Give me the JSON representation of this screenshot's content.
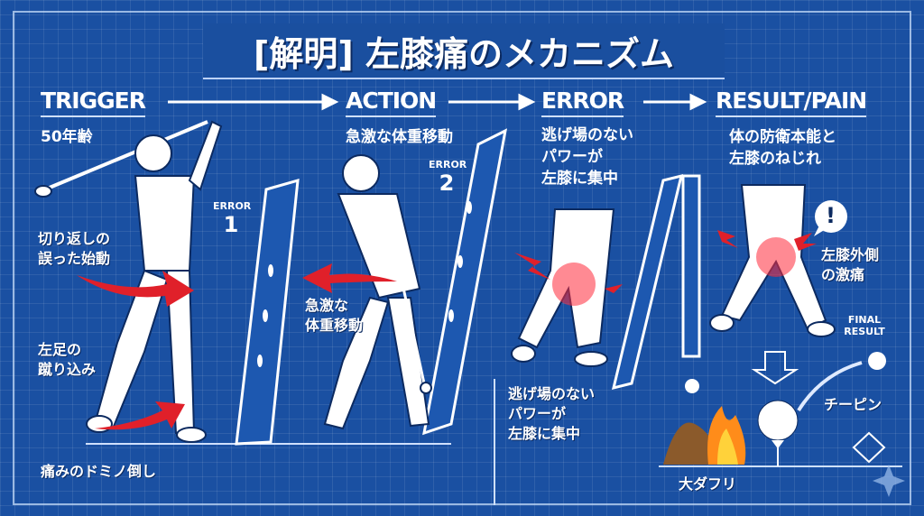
{
  "title": "[解明] 左膝痛のメカニズム",
  "stages": [
    {
      "label": "TRIGGER",
      "sub": [
        "50年齢"
      ]
    },
    {
      "label": "ACTION",
      "sub": [
        "急激な体重移動"
      ]
    },
    {
      "label": "ERROR",
      "sub": [
        "逃げ場のない",
        "パワーが",
        "左膝に集中"
      ]
    },
    {
      "label": "RESULT/PAIN",
      "sub": [
        "体の防衛本能と",
        "左膝のねじれ"
      ]
    }
  ],
  "error_markers": [
    {
      "label": "ERROR",
      "number": "1"
    },
    {
      "label": "ERROR",
      "number": "2"
    }
  ],
  "callouts": {
    "wrong_start": [
      "切り返しの",
      "誤った始動"
    ],
    "left_foot_kick": [
      "左足の",
      "蹴り込み"
    ],
    "domino": "痛みのドミノ倒し",
    "sudden_shift": [
      "急激な",
      "体重移動"
    ],
    "no_escape": [
      "逃げ場のない",
      "パワーが",
      "左膝に集中"
    ],
    "outer_knee_pain": [
      "左膝外側",
      "の激痛"
    ],
    "final_result": [
      "FINAL",
      "RESULT"
    ],
    "exclamation": "!",
    "hook": "チーピン",
    "fat_shot": "大ダフリ"
  },
  "colors": {
    "background": "#1a50a2",
    "accent_red": "#e0202a",
    "line": "#cfe0ff"
  }
}
